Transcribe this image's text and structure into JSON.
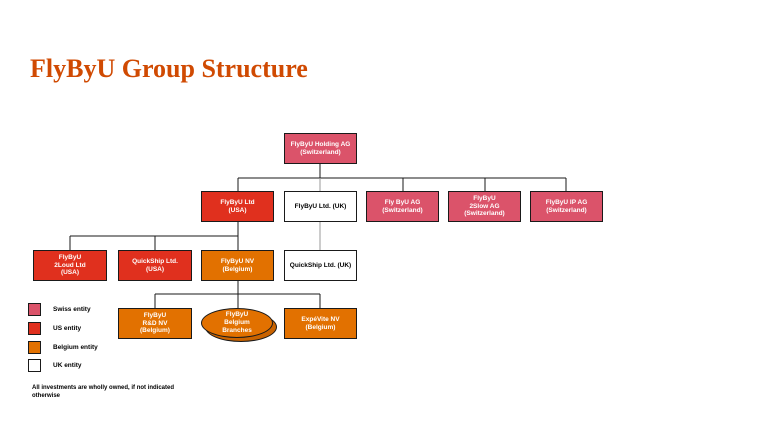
{
  "title": "FlyByU Group Structure",
  "colors": {
    "title": "#d04a02",
    "swiss": "#db536a",
    "us": "#e0301e",
    "belgium": "#e27100",
    "uk": "#ffffff"
  },
  "entities": {
    "holding": "FlyByU Holding AG\n(Switzerland)",
    "flybyu_ltd_usa": "FlyByU Ltd\n(USA)",
    "flybyu_ltd_uk": "FlyByU Ltd. (UK)",
    "fly_byu_ag": "Fly ByU AG\n(Switzerland)",
    "flybyu_2slow": "FlyByU\n2Slow AG\n(Switzerland)",
    "flybyu_ip_ag": "FlyByU IP AG\n(Switzerland)",
    "flybyu_2loud": "FlyByU\n2Loud Ltd\n(USA)",
    "quickship_usa": "QuickShip Ltd.\n(USA)",
    "flybyu_nv": "FlyByU NV\n(Belgium)",
    "quickship_uk": "QuickShip Ltd. (UK)",
    "flybyu_rd_nv": "FlyByU\nR&D NV\n(Belgium)",
    "belgium_branches": "FlyByU\nBelgium\nBranches",
    "expevite": "ExpéVite NV\n(Belgium)"
  },
  "legend": [
    {
      "label": "Swiss entity",
      "color": "#db536a"
    },
    {
      "label": "US entity",
      "color": "#e0301e"
    },
    {
      "label": "Belgium entity",
      "color": "#e27100"
    },
    {
      "label": "UK entity",
      "color": "#ffffff"
    }
  ],
  "footnote": "All investments are wholly owned, if not indicated otherwise"
}
